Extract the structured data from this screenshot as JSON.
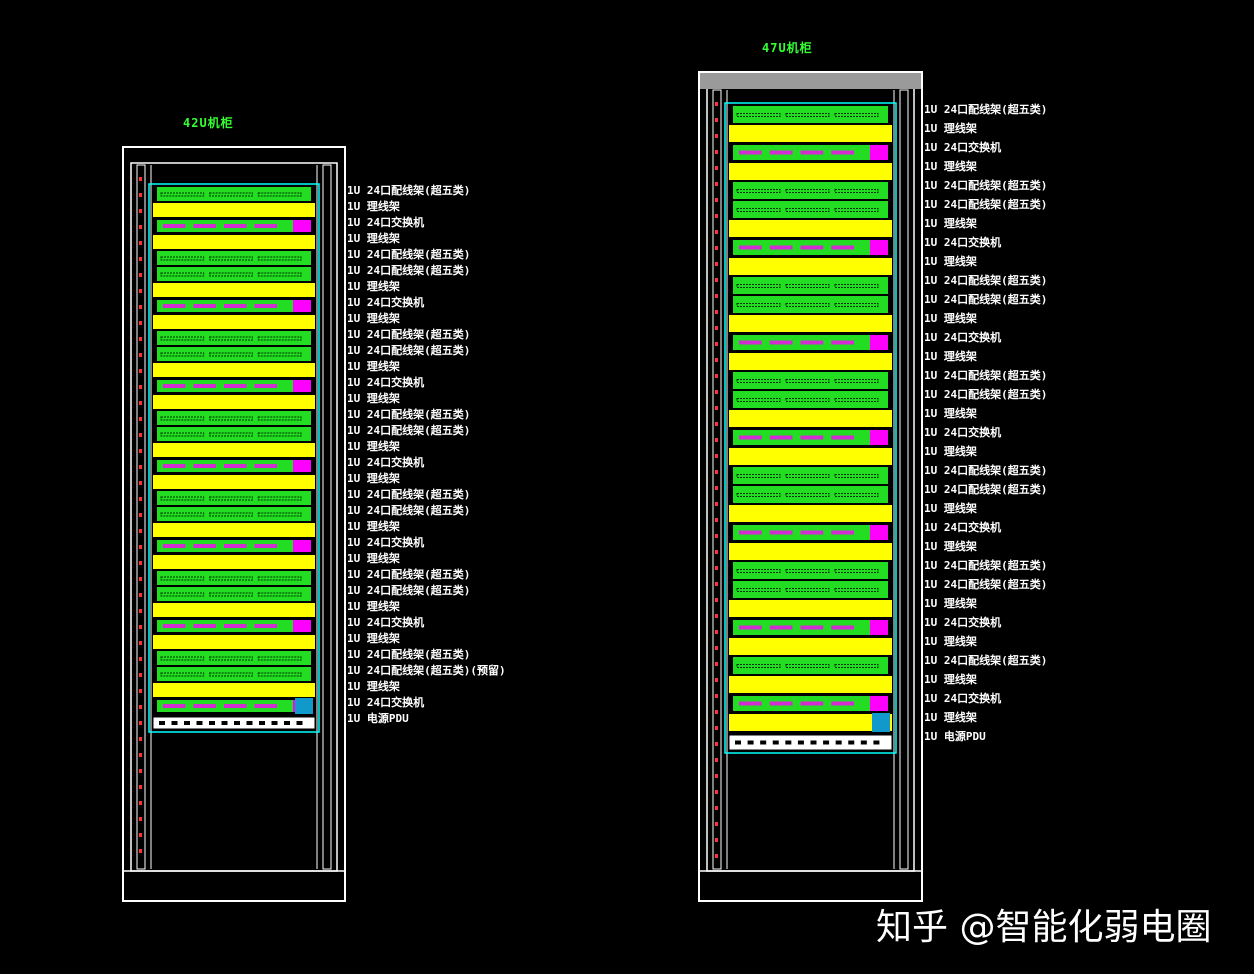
{
  "colors": {
    "background": "#000000",
    "frame": "#ffffff",
    "rail_inner": "#00ffff",
    "patch_panel": "#22dd22",
    "cable_manager": "#ffff00",
    "switch_accent": "#ff00ff",
    "title": "#33ff33"
  },
  "racks": [
    {
      "title": "42U机柜",
      "labels": [
        "1U 24口配线架(超五类)",
        "1U 理线架",
        "1U 24口交换机",
        "1U 理线架",
        "1U 24口配线架(超五类)",
        "1U 24口配线架(超五类)",
        "1U 理线架",
        "1U 24口交换机",
        "1U 理线架",
        "1U 24口配线架(超五类)",
        "1U 24口配线架(超五类)",
        "1U 理线架",
        "1U 24口交换机",
        "1U 理线架",
        "1U 24口配线架(超五类)",
        "1U 24口配线架(超五类)",
        "1U 理线架",
        "1U 24口交换机",
        "1U 理线架",
        "1U 24口配线架(超五类)",
        "1U 24口配线架(超五类)",
        "1U 理线架",
        "1U 24口交换机",
        "1U 理线架",
        "1U 24口配线架(超五类)",
        "1U 24口配线架(超五类)",
        "1U 理线架",
        "1U 24口交换机",
        "1U 理线架",
        "1U 24口配线架(超五类)",
        "1U 24口配线架(超五类)(预留)",
        "1U 理线架",
        "1U 24口交换机",
        "1U 电源PDU"
      ]
    },
    {
      "title": "47U机柜",
      "labels": [
        "1U 24口配线架(超五类)",
        "1U 理线架",
        "1U 24口交换机",
        "1U 理线架",
        "1U 24口配线架(超五类)",
        "1U 24口配线架(超五类)",
        "1U 理线架",
        "1U 24口交换机",
        "1U 理线架",
        "1U 24口配线架(超五类)",
        "1U 24口配线架(超五类)",
        "1U 理线架",
        "1U 24口交换机",
        "1U 理线架",
        "1U 24口配线架(超五类)",
        "1U 24口配线架(超五类)",
        "1U 理线架",
        "1U 24口交换机",
        "1U 理线架",
        "1U 24口配线架(超五类)",
        "1U 24口配线架(超五类)",
        "1U 理线架",
        "1U 24口交换机",
        "1U 理线架",
        "1U 24口配线架(超五类)",
        "1U 24口配线架(超五类)",
        "1U 理线架",
        "1U 24口交换机",
        "1U 理线架",
        "1U 24口配线架(超五类)",
        "1U 理线架",
        "1U 24口交换机",
        "1U 理线架",
        "1U 电源PDU"
      ]
    }
  ],
  "watermark": "知乎 @智能化弱电圈"
}
